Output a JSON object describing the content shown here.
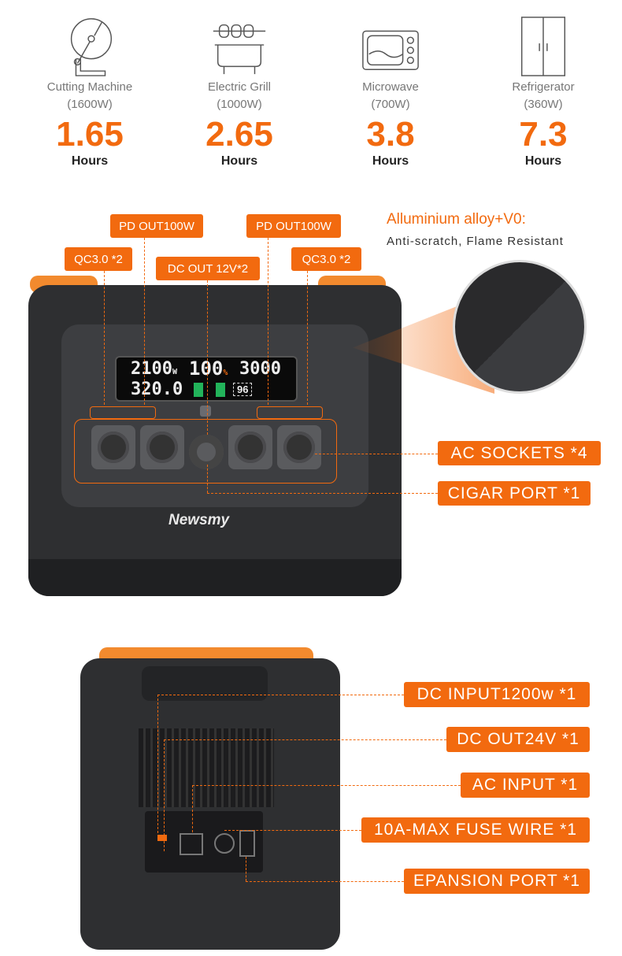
{
  "appliances": [
    {
      "name": "Cutting Machine",
      "watts": "(1600W)",
      "hours": "1.65",
      "unit": "Hours",
      "icon": "cutting-machine-icon"
    },
    {
      "name": "Electric Grill",
      "watts": "(1000W)",
      "hours": "2.65",
      "unit": "Hours",
      "icon": "grill-icon"
    },
    {
      "name": "Microwave",
      "watts": "(700W)",
      "hours": "3.8",
      "unit": "Hours",
      "icon": "microwave-icon"
    },
    {
      "name": "Refrigerator",
      "watts": "(360W)",
      "hours": "7.3",
      "unit": "Hours",
      "icon": "refrigerator-icon"
    }
  ],
  "front_labels": {
    "pd_out_left": "PD OUT100W",
    "pd_out_right": "PD OUT100W",
    "qc_left": "QC3.0 *2",
    "qc_right": "QC3.0 *2",
    "dc_out": "DC OUT 12V*2",
    "ac_sockets": "AC SOCKETS *4",
    "cigar": "CIGAR PORT *1"
  },
  "material": {
    "title": "Alluminium alloy+V0:",
    "subtitle": "Anti-scratch, Flame Resistant"
  },
  "display": {
    "input": "2100",
    "output_ac": "3000",
    "percent": "100",
    "dc_out": "320.0",
    "temp": "96",
    "unit_w": "W",
    "pct": "%"
  },
  "brand": "Newsmy",
  "back_labels": {
    "dc_input": "DC INPUT1200w *1",
    "dc_out24": "DC OUT24V *1",
    "ac_input": "AC INPUT *1",
    "fuse": "10A-MAX FUSE WIRE *1",
    "expansion": "EPANSION PORT *1"
  },
  "colors": {
    "accent": "#f26a0f",
    "body": "#2e2f31"
  }
}
